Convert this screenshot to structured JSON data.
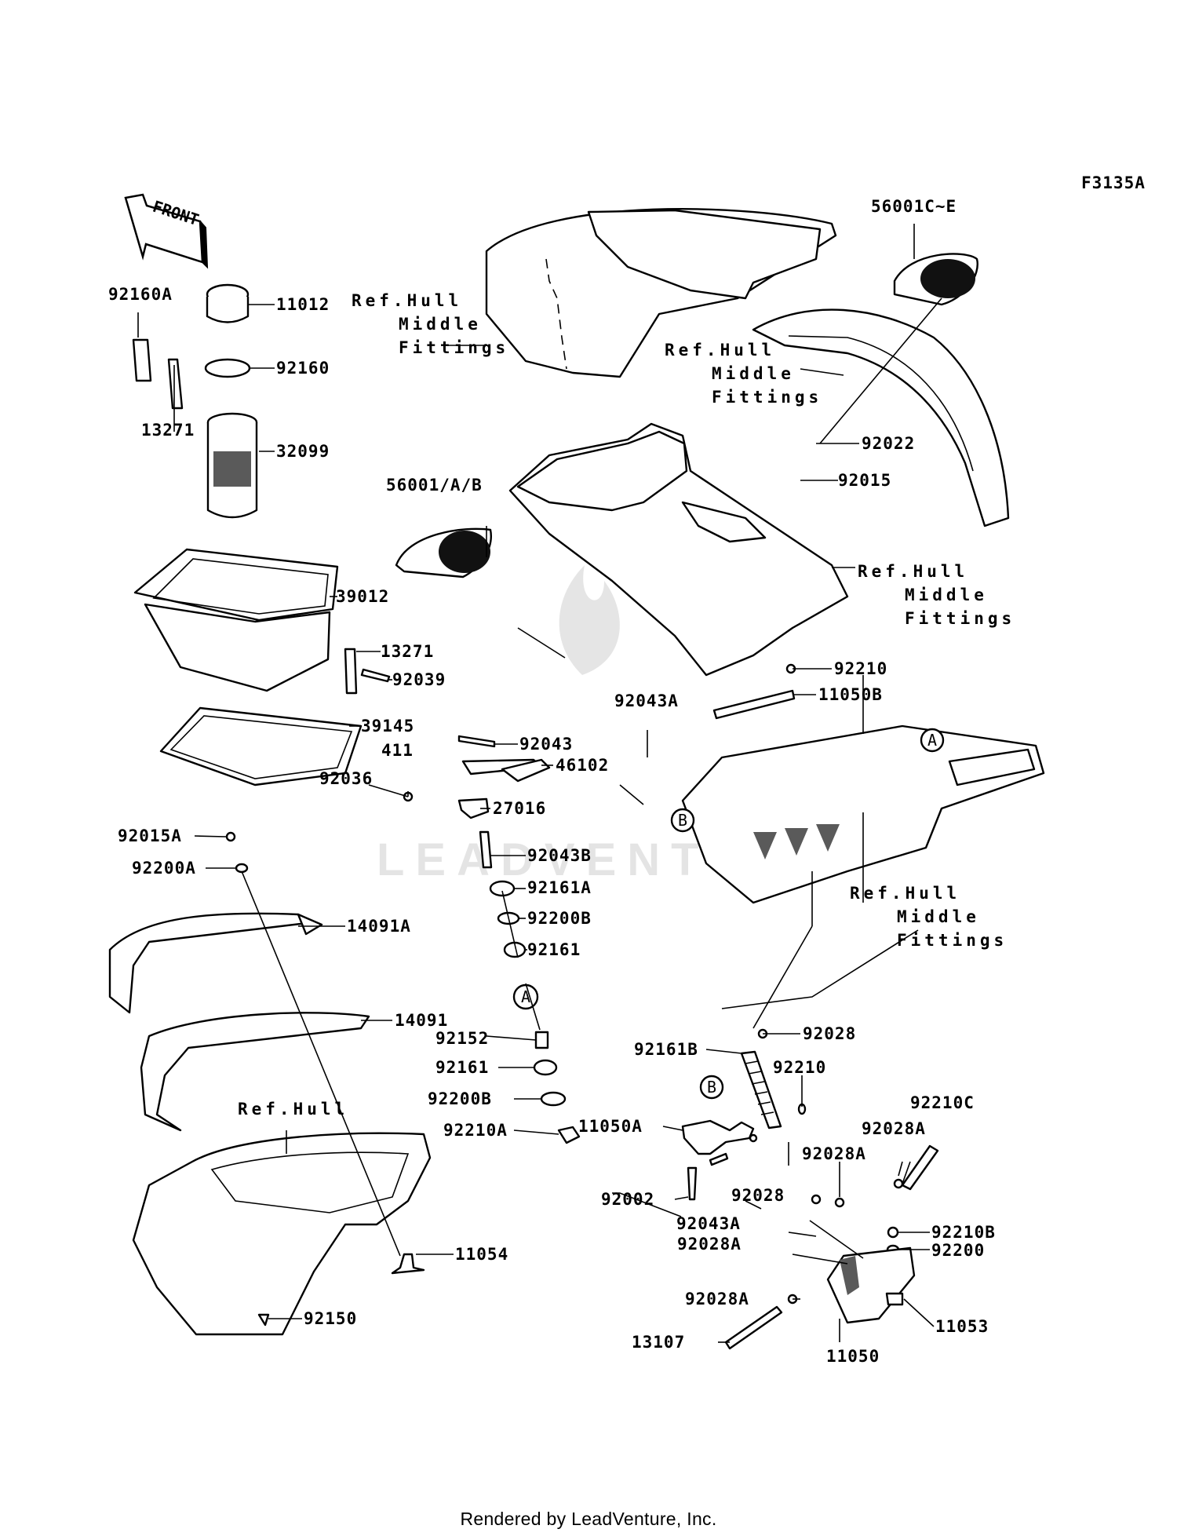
{
  "figure_code": "F3135A",
  "front_arrow": "FRONT",
  "watermark": "LEADVENTURE",
  "footer": "Rendered by LeadVenture, Inc.",
  "refs": {
    "ref1": [
      "Ref.Hull",
      "Middle",
      "Fittings"
    ],
    "ref2": [
      "Ref.Hull",
      "Middle",
      "Fittings"
    ],
    "ref3": [
      "Ref.Hull",
      "Middle",
      "Fittings"
    ],
    "ref4": [
      "Ref.Hull",
      "Middle",
      "Fittings"
    ],
    "ref5": "Ref.Hull"
  },
  "callouts": [
    "A",
    "A",
    "B",
    "B"
  ],
  "labels": {
    "p92160A": "92160A",
    "p11012": "11012",
    "p92160": "92160",
    "p13271a": "13271",
    "p32099": "32099",
    "p39012": "39012",
    "p13271b": "13271",
    "p92039": "92039",
    "p39145": "39145",
    "p411": "411",
    "p92036": "92036",
    "p92043": "92043",
    "p46102": "46102",
    "p27016": "27016",
    "p92043B": "92043B",
    "p92161A": "92161A",
    "p92200B": "92200B",
    "p92161": "92161",
    "p92152": "92152",
    "p92161b": "92161",
    "p92200Bb": "92200B",
    "p92210A": "92210A",
    "p92015A": "92015A",
    "p92200A": "92200A",
    "p14091A": "14091A",
    "p14091": "14091",
    "p11054": "11054",
    "p92150": "92150",
    "p56001CE": "56001C~E",
    "p92022": "92022",
    "p92015": "92015",
    "p56001AB": "56001/A/B",
    "p92210": "92210",
    "p11050B": "11050B",
    "p92043A": "92043A",
    "p92028": "92028",
    "p92161B": "92161B",
    "p92210b": "92210",
    "p11050A": "11050A",
    "p92028b": "92028",
    "p92002": "92002",
    "p92043Ab": "92043A",
    "p92028A": "92028A",
    "p92210C": "92210C",
    "p92028Ab": "92028A",
    "p92210B": "92210B",
    "p92200": "92200",
    "p92028Ac": "92028A",
    "p11053": "11053",
    "p13107": "13107",
    "p11050": "11050"
  }
}
